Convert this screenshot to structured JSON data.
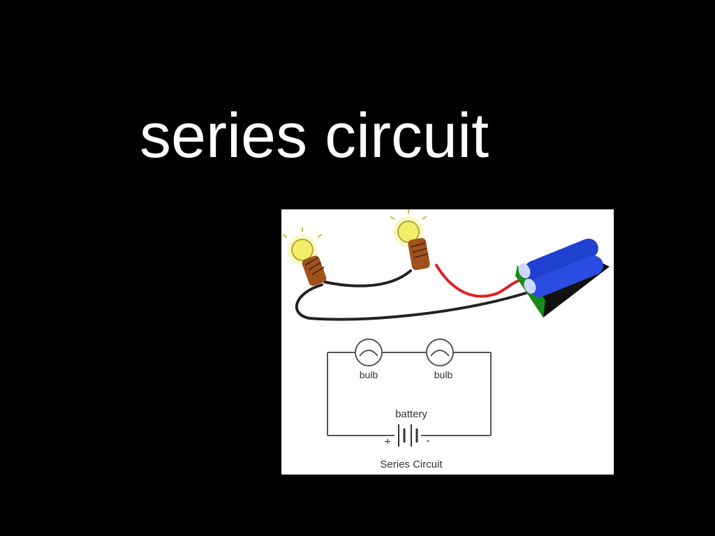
{
  "slide": {
    "title": "series circuit"
  },
  "diagram": {
    "bulb_labels": [
      "bulb",
      "bulb"
    ],
    "battery_label": "battery",
    "plus_sign": "+",
    "minus_sign": "-",
    "caption": "Series Circuit"
  },
  "colors": {
    "background": "#000000",
    "title_text": "#ffffff",
    "wire_black": "#222222",
    "wire_red": "#e02020",
    "battery_blue": "#2040d0",
    "battery_green": "#1a8a1a",
    "bulb_glow": "#f2ee6a",
    "bulb_base": "#a0521e"
  }
}
